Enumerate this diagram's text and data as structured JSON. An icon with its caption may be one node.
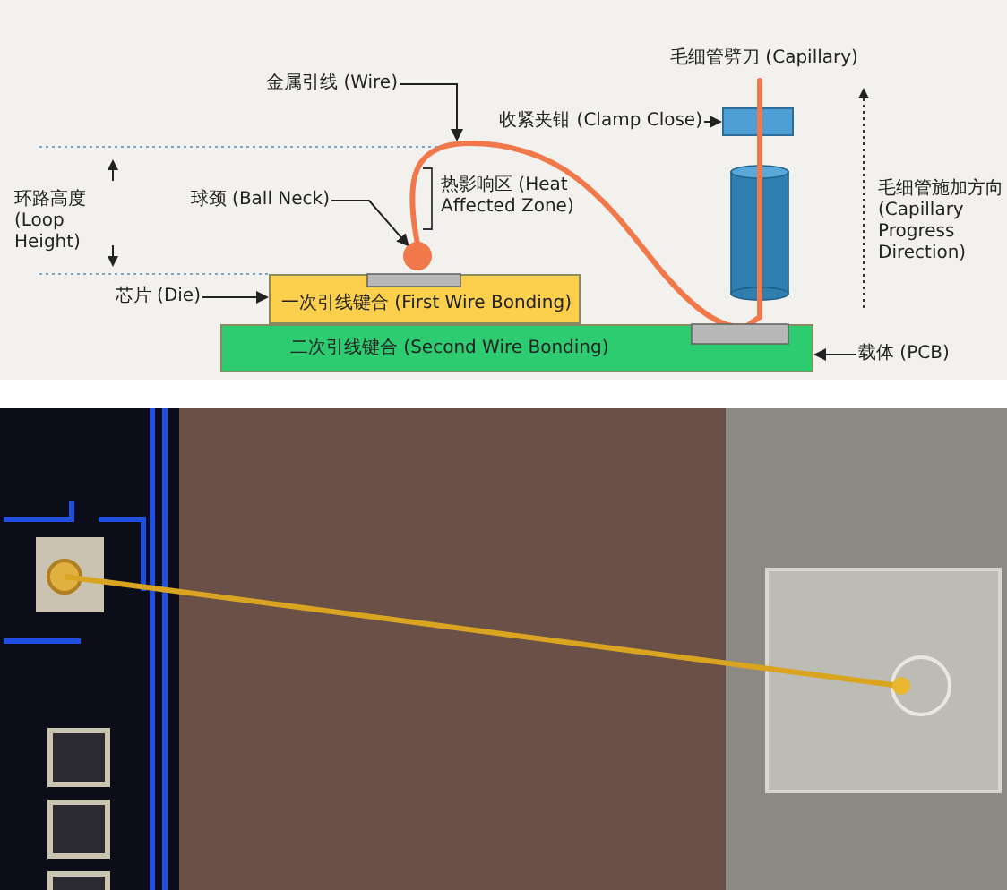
{
  "diagram": {
    "nodes": [
      {
        "text": [
          "金属引线 (Wire)"
        ]
      },
      {
        "text": [],
        "shape": "wire"
      },
      {
        "text": [
          "收紧夹钳 (Clamp Close)"
        ]
      },
      {
        "text": [],
        "shape": "box"
      },
      {
        "text": [
          "球颈 (Ball Neck)"
        ]
      },
      {
        "text": [],
        "shape": "circle"
      },
      {
        "text": [
          "芯片 (Die)"
        ]
      },
      {
        "text": [
          "一次引线键合 (First Wire Bonding)"
        ]
      },
      {
        "text": [
          "二次引线键合 (Second Wire Bonding)"
        ]
      },
      {
        "text": [
          "载体 (PCB)"
        ]
      }
    ],
    "edges": [
      {
        "from": 0,
        "to": 1,
        "arrow": "to"
      },
      {
        "from": 2,
        "to": 3,
        "arrow": "to"
      },
      {
        "from": 4,
        "to": 5,
        "arrow": "to"
      },
      {
        "from": 6,
        "to": 7,
        "arrow": "to"
      },
      {
        "from": 9,
        "to": 8,
        "arrow": "to"
      }
    ],
    "labels": [
      "毛细管劈刀 (Capillary)",
      "热影响区 (Heat Affected Zone)",
      "毛细管施加方向 (Capillary Progress Direction)",
      "环路高度 (Loop Height)"
    ]
  }
}
